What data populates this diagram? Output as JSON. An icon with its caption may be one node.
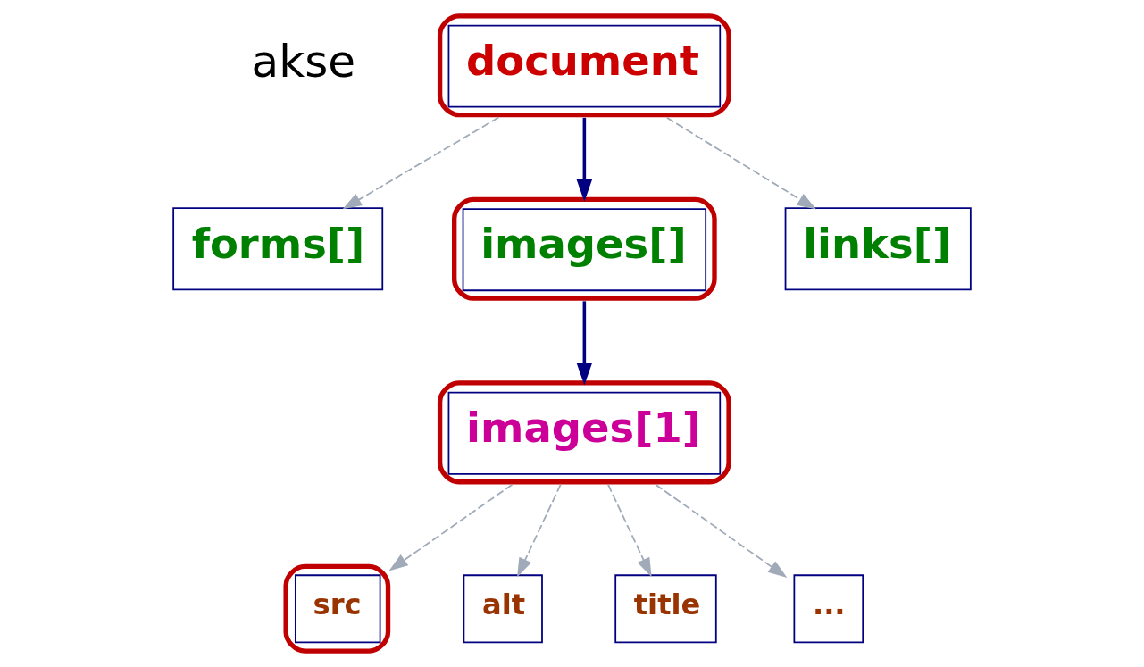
{
  "diagram": {
    "nodes": [
      {
        "text": [
          "document"
        ]
      },
      {
        "text": [
          "forms[]"
        ]
      },
      {
        "text": [
          "images[]"
        ]
      },
      {
        "text": [
          "links[]"
        ]
      },
      {
        "text": [
          "images[1]"
        ]
      },
      {
        "text": [
          "src"
        ]
      },
      {
        "text": [
          "alt"
        ]
      },
      {
        "text": [
          "title"
        ]
      },
      {
        "text": [
          "..."
        ]
      }
    ],
    "edges": [
      {
        "from": 0,
        "to": 1,
        "arrow": "to",
        "style": "dashed"
      },
      {
        "from": 0,
        "to": 2,
        "arrow": "to",
        "color": "#000080"
      },
      {
        "from": 0,
        "to": 3,
        "arrow": "to",
        "style": "dashed"
      },
      {
        "from": 2,
        "to": 4,
        "arrow": "to",
        "color": "#000080"
      },
      {
        "from": 4,
        "to": 5,
        "arrow": "to",
        "style": "dashed"
      },
      {
        "from": 4,
        "to": 6,
        "arrow": "to",
        "style": "dashed"
      },
      {
        "from": 4,
        "to": 7,
        "arrow": "to",
        "style": "dashed"
      },
      {
        "from": 4,
        "to": 8,
        "arrow": "to",
        "style": "dashed"
      }
    ],
    "labels": [
      "akse"
    ]
  }
}
